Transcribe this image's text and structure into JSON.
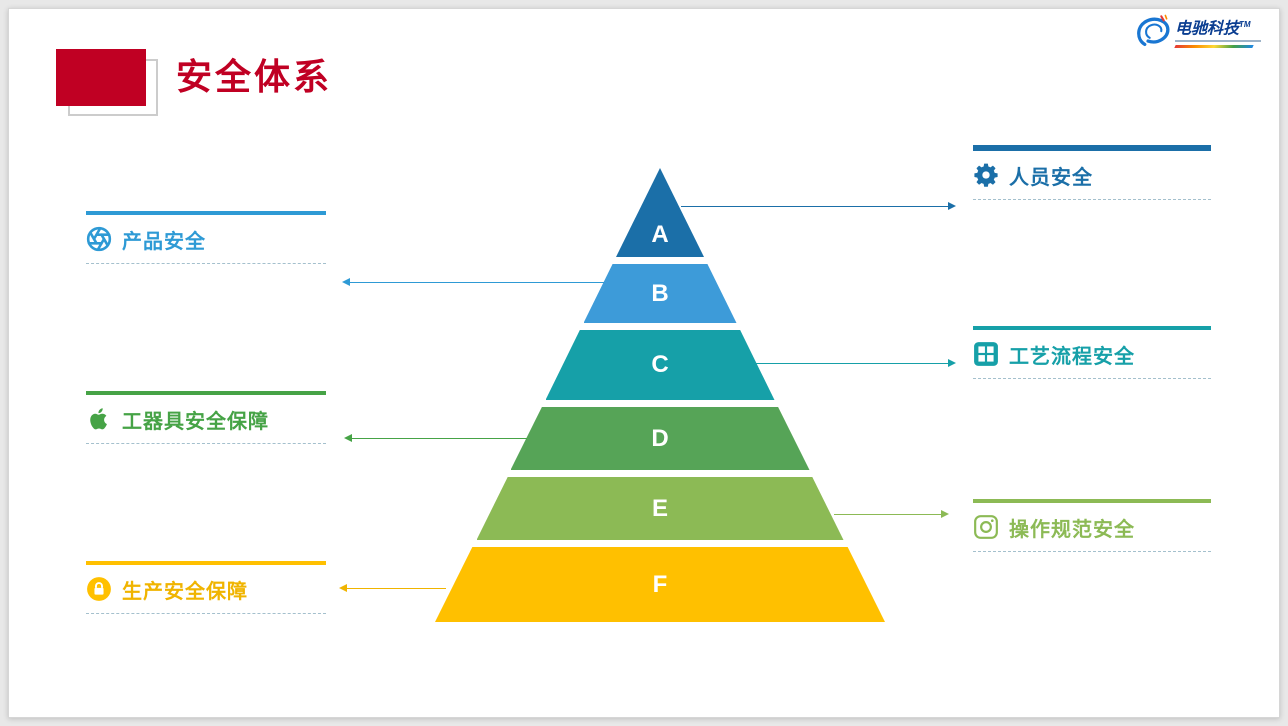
{
  "slide": {
    "title": "安全体系",
    "logo": {
      "brand": "电驰科技",
      "tm": "TM"
    }
  },
  "pyramid": {
    "layers": [
      {
        "letter": "A",
        "color": "#1b6fa8"
      },
      {
        "letter": "B",
        "color": "#3d9bd9"
      },
      {
        "letter": "C",
        "color": "#16a0a8"
      },
      {
        "letter": "D",
        "color": "#56a457"
      },
      {
        "letter": "E",
        "color": "#8cba55"
      },
      {
        "letter": "F",
        "color": "#ffc000"
      }
    ],
    "connections": [
      {
        "layer": "A",
        "label": "人员安全",
        "side": "right"
      },
      {
        "layer": "B",
        "label": "产品安全",
        "side": "left"
      },
      {
        "layer": "C",
        "label": "工艺流程安全",
        "side": "right"
      },
      {
        "layer": "D",
        "label": "工器具安全保障",
        "side": "left"
      },
      {
        "layer": "E",
        "label": "操作规范安全",
        "side": "right"
      },
      {
        "layer": "F",
        "label": "生产安全保障",
        "side": "left"
      }
    ]
  },
  "labels": {
    "left": [
      {
        "text": "产品安全",
        "icon": "aperture-icon",
        "color": "#2e9ad5"
      },
      {
        "text": "工器具安全保障",
        "icon": "apple-icon",
        "color": "#46a346"
      },
      {
        "text": "生产安全保障",
        "icon": "lock-icon",
        "color": "#f0b400"
      }
    ],
    "right": [
      {
        "text": "人员安全",
        "icon": "gear-icon",
        "color": "#1b6fa8"
      },
      {
        "text": "工艺流程安全",
        "icon": "windows-grid-icon",
        "color": "#16a0a8"
      },
      {
        "text": "操作规范安全",
        "icon": "camera-icon",
        "color": "#8cba55"
      }
    ]
  }
}
